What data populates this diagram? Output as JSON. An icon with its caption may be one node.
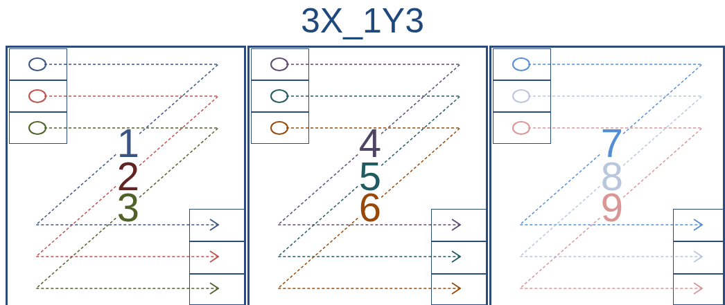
{
  "diagram": {
    "title": "3X_1Y3",
    "nodes": [
      {
        "text": [],
        "shape": "box"
      },
      {
        "text": [],
        "shape": "circle",
        "in": 0
      },
      {
        "text": [],
        "shape": "circle",
        "in": 0
      },
      {
        "text": [],
        "shape": "circle",
        "in": 0
      },
      {
        "text": [],
        "shape": "box",
        "in": 0
      },
      {
        "text": [],
        "shape": "box",
        "in": 0
      },
      {
        "text": [],
        "shape": "box",
        "in": 0
      },
      {
        "text": [],
        "shape": "box"
      },
      {
        "text": [],
        "shape": "circle",
        "in": 7
      },
      {
        "text": [],
        "shape": "circle",
        "in": 7
      },
      {
        "text": [],
        "shape": "circle",
        "in": 7
      },
      {
        "text": [],
        "shape": "box",
        "in": 7
      },
      {
        "text": [],
        "shape": "box",
        "in": 7
      },
      {
        "text": [],
        "shape": "box",
        "in": 7
      },
      {
        "text": [],
        "shape": "box"
      },
      {
        "text": [],
        "shape": "circle",
        "in": 14
      },
      {
        "text": [],
        "shape": "circle",
        "in": 14
      },
      {
        "text": [],
        "shape": "circle",
        "in": 14
      },
      {
        "text": [],
        "shape": "box",
        "in": 14
      },
      {
        "text": [],
        "shape": "box",
        "in": 14
      },
      {
        "text": [],
        "shape": "box",
        "in": 14
      }
    ],
    "edges": [
      {
        "from": 1,
        "to": 4,
        "arrow": "to",
        "style": "dashed",
        "color": "#3a5585"
      },
      {
        "from": 2,
        "to": 5,
        "arrow": "to",
        "style": "dashed",
        "color": "#c0504d"
      },
      {
        "from": 3,
        "to": 6,
        "arrow": "to",
        "style": "dashed",
        "color": "#4f6228"
      },
      {
        "from": 8,
        "to": 11,
        "arrow": "to",
        "style": "dashed",
        "color": "#5c4a72"
      },
      {
        "from": 9,
        "to": 12,
        "arrow": "to",
        "style": "dashed",
        "color": "#215a60"
      },
      {
        "from": 10,
        "to": 13,
        "arrow": "to",
        "style": "dashed",
        "color": "#984807"
      },
      {
        "from": 15,
        "to": 18,
        "arrow": "to",
        "style": "dashed",
        "color": "#558ed5"
      },
      {
        "from": 16,
        "to": 19,
        "arrow": "to",
        "style": "dashed",
        "color": "#b9c7dc"
      },
      {
        "from": 17,
        "to": 20,
        "arrow": "to",
        "style": "dashed",
        "color": "#d99694"
      }
    ],
    "labels": [
      "1",
      "2",
      "3",
      "4",
      "5",
      "6",
      "7",
      "8",
      "9"
    ]
  }
}
